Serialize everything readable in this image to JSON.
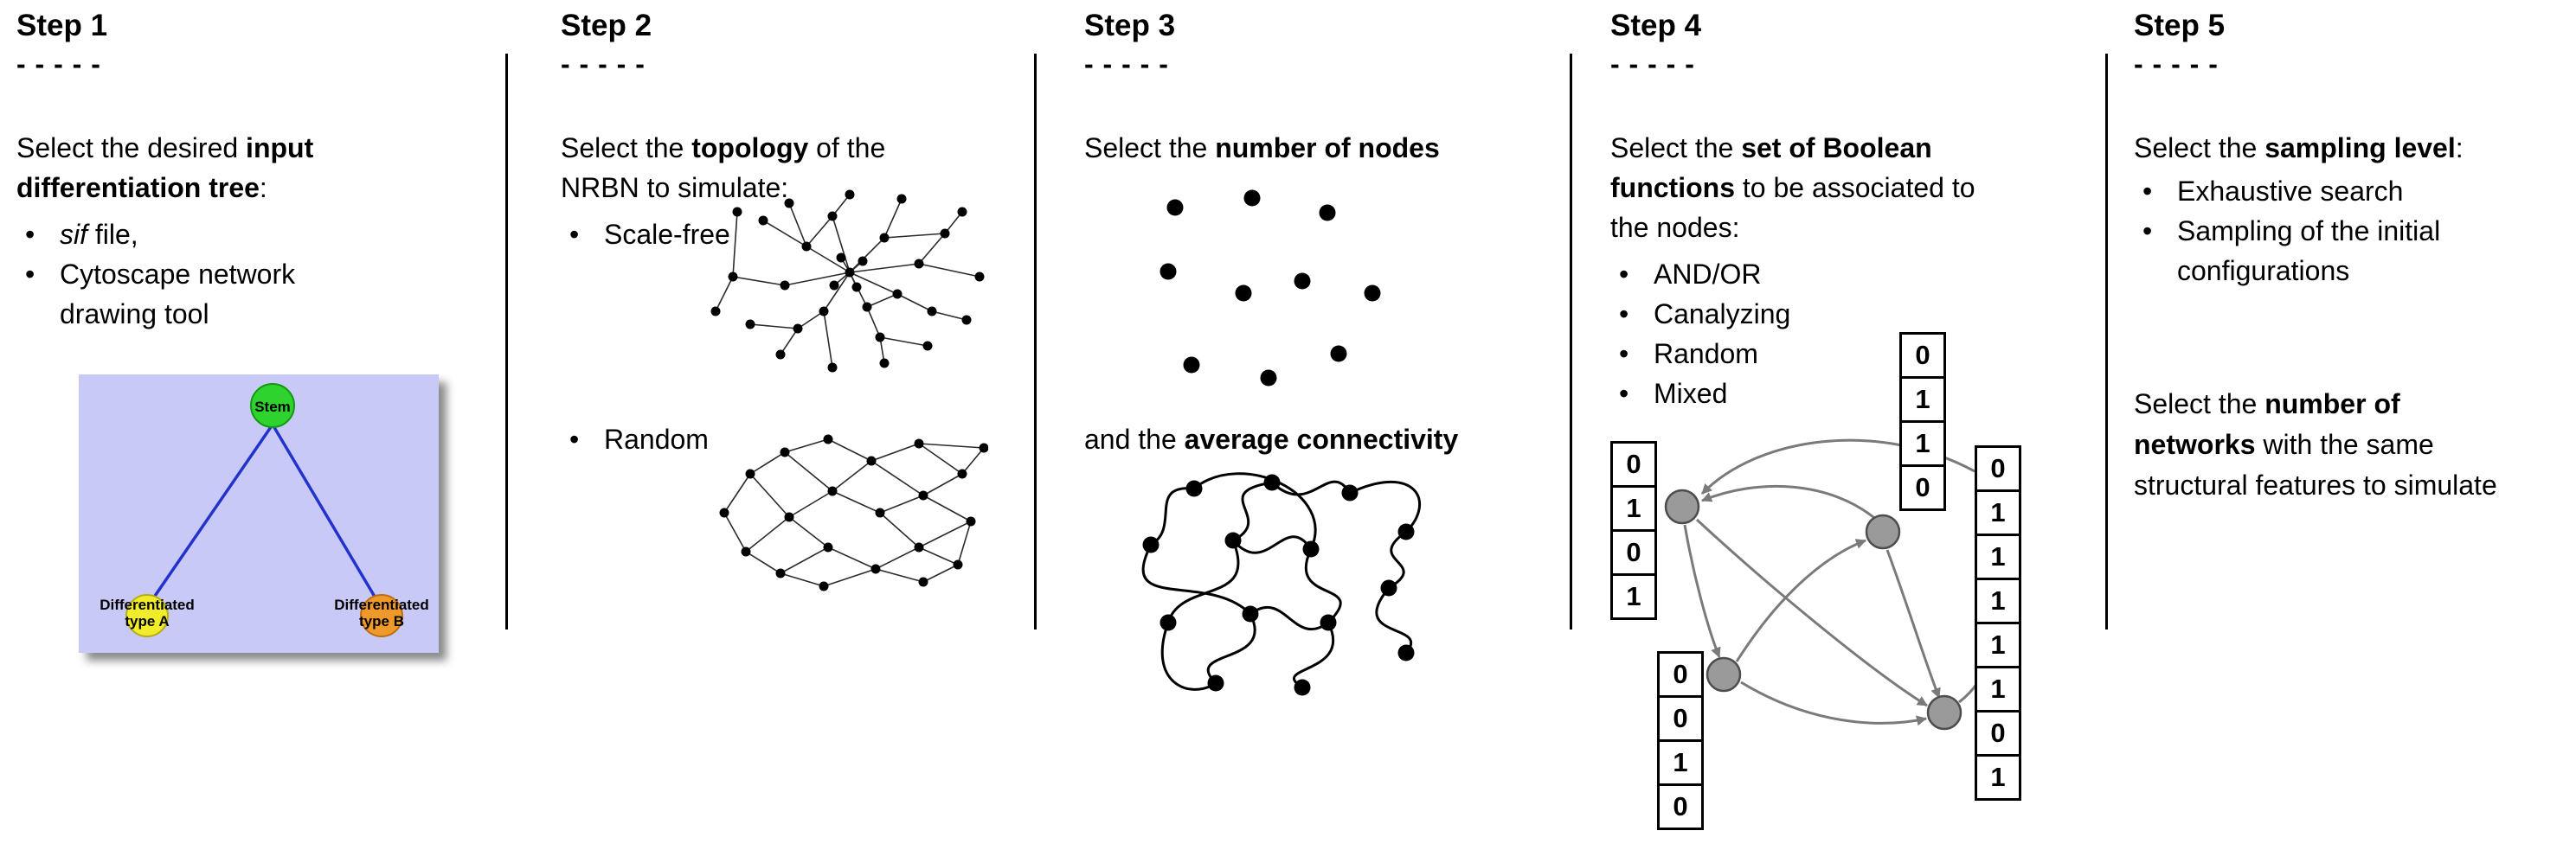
{
  "steps": {
    "step1": {
      "title": "Step 1",
      "dashes": "- - - - -",
      "intro": {
        "pre": "Select the desired ",
        "bold": "input differentiation tree",
        "post": ":"
      },
      "bullets": {
        "b1_italic": "sif",
        "b1_rest": " file,",
        "b2": "Cytoscape network drawing tool"
      },
      "tree": {
        "stem_label": "Stem",
        "type_a_line1": "Differentiated",
        "type_a_line2": "type A",
        "type_b_line1": "Differentiated",
        "type_b_line2": "type B",
        "bg_color": "#c9c9f8",
        "stem_color": "#2ed32e",
        "type_a_color": "#f0ec2a",
        "type_b_color": "#f0992b",
        "edge_color": "#2233cc"
      }
    },
    "step2": {
      "title": "Step 2",
      "dashes": "- - - - -",
      "intro": {
        "pre": "Select the ",
        "bold": "topology",
        "post": " of the NRBN to simulate:"
      },
      "bullets": {
        "b1": "Scale-free",
        "b2": "Random"
      }
    },
    "step3": {
      "title": "Step 3",
      "dashes": "- - - - -",
      "line1": {
        "pre": "Select the ",
        "bold": "number of nodes",
        "post": ""
      },
      "line2": {
        "pre": "and the ",
        "bold": "average connectivity",
        "post": ""
      }
    },
    "step4": {
      "title": "Step 4",
      "dashes": "- - - - -",
      "intro": {
        "pre": "Select the ",
        "bold": "set of Boolean functions",
        "post": " to be associated to the nodes:"
      },
      "bullets": [
        "AND/OR",
        "Canalyzing",
        "Random",
        "Mixed"
      ],
      "truth_tables": {
        "left": [
          "0",
          "1",
          "0",
          "1"
        ],
        "top": [
          "0",
          "1",
          "1",
          "0"
        ],
        "bottom_left": [
          "0",
          "0",
          "1",
          "0"
        ],
        "right": [
          "0",
          "1",
          "1",
          "1",
          "1",
          "1",
          "0",
          "1"
        ]
      },
      "node_color": "#9a9a9a",
      "edge_color": "#7a7a7a"
    },
    "step5": {
      "title": "Step 5",
      "dashes": "- - - - -",
      "intro": {
        "pre": "Select the ",
        "bold": "sampling level",
        "post": ":"
      },
      "bullets": {
        "b1": "Exhaustive search",
        "b2": "Sampling of the initial configurations"
      },
      "second": {
        "pre": "Select the ",
        "bold": "number of networks",
        "post": " with the same structural features to simulate"
      }
    }
  }
}
